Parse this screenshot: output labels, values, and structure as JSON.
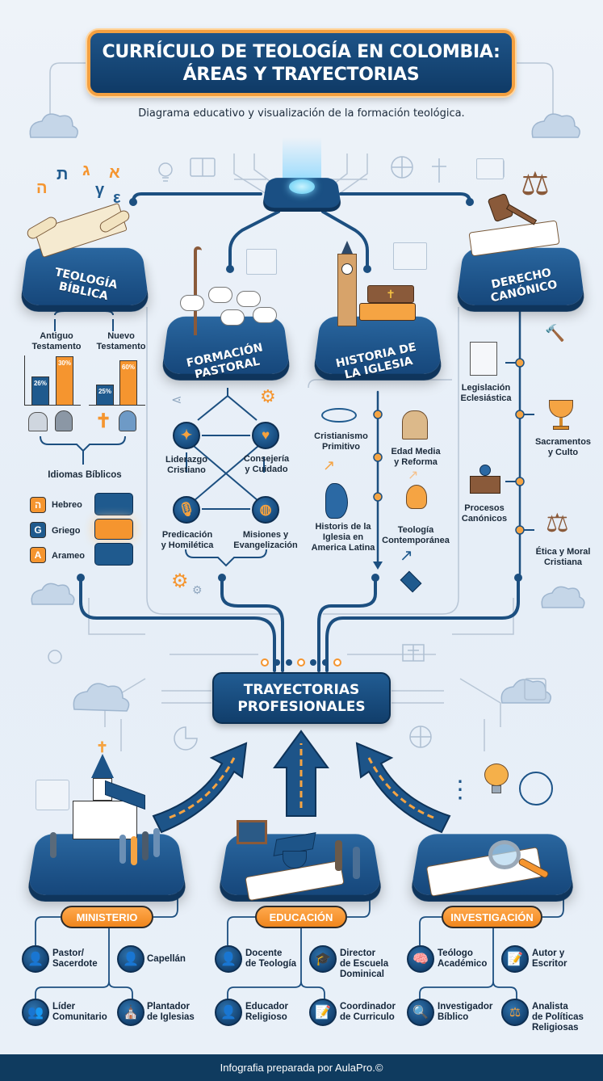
{
  "header": {
    "title_line1": "CURRÍCULO DE TEOLOGÍA EN COLOMBIA:",
    "title_line2": "ÁREAS Y TRAYECTORIAS",
    "subtitle": "Diagrama educativo y visualización de la formación teológica."
  },
  "colors": {
    "primary_blue": "#1a4f83",
    "dark_blue": "#0f3b5f",
    "accent_orange": "#f5952f",
    "background": "#eaf1f8"
  },
  "areas": {
    "biblica": {
      "label_line1": "TEOLOGÍA",
      "label_line2": "BÍBLICA",
      "hebrew_glyphs": [
        "ה",
        "ת",
        "ג",
        "א",
        "γ",
        "ε"
      ],
      "testaments": [
        {
          "label_line1": "Antiguo",
          "label_line2": "Testamento",
          "bars": [
            {
              "value": "26%",
              "color": "blue"
            },
            {
              "value": "30%",
              "color": "orange"
            }
          ]
        },
        {
          "label_line1": "Nuevo",
          "label_line2": "Testamento",
          "bars": [
            {
              "value": "25%",
              "color": "blue"
            },
            {
              "value": "60%",
              "color": "orange"
            }
          ]
        }
      ],
      "languages_title": "Idiomas Bíblicos",
      "languages": [
        {
          "glyph": "ה",
          "label": "Hebreo",
          "color": "#f5952f"
        },
        {
          "glyph": "G",
          "label": "Griego",
          "color": "#1f5a8e"
        },
        {
          "glyph": "A",
          "label": "Arameo",
          "color": "#f5952f"
        }
      ]
    },
    "pastoral": {
      "label_line1": "FORMACIÓN",
      "label_line2": "PASTORAL",
      "items": [
        {
          "label_line1": "Liderazgo",
          "label_line2": "Cristiano",
          "icon": "compass-icon",
          "glyph": "✦"
        },
        {
          "label_line1": "Consejería",
          "label_line2": "y Cuidado",
          "icon": "heart-hands-icon",
          "glyph": "♥"
        },
        {
          "label_line1": "Predicación",
          "label_line2": "y Homilética",
          "icon": "microphone-icon",
          "glyph": "🎙"
        },
        {
          "label_line1": "Misiones y",
          "label_line2": "Evangelización",
          "icon": "globe-icon",
          "glyph": "🌐"
        }
      ]
    },
    "historia": {
      "label_line1": "HISTORIA DE",
      "label_line2": "LA IGLESIA",
      "items": [
        {
          "label_line1": "Cristianismo",
          "label_line2": "Primitivo",
          "icon": "fish-icon"
        },
        {
          "label_line1": "Edad Media",
          "label_line2": "y Reforma",
          "icon": "cathedral-icon"
        },
        {
          "label_line1": "Historis de la",
          "label_line2": "Iglesia en",
          "label_line3": "America Latina",
          "icon": "latin-america-map-icon"
        },
        {
          "label_line1": "Teología",
          "label_line2": "Contemporánea",
          "icon": "lightbulb-brain-icon"
        }
      ]
    },
    "canonico": {
      "label_line1": "DERECHO",
      "label_line2": "CANÓNICO",
      "items": [
        {
          "label_line1": "Legislación",
          "label_line2": "Eclesiástica",
          "icon": "certificate-icon"
        },
        {
          "label_line1": "Sacramentos",
          "label_line2": "y Culto",
          "icon": "chalice-icon"
        },
        {
          "label_line1": "Procesos",
          "label_line2": "Canónicos",
          "icon": "judge-desk-icon"
        },
        {
          "label_line1": "Ética y Moral",
          "label_line2": "Cristiana",
          "icon": "scales-icon"
        }
      ]
    }
  },
  "trajectories": {
    "title_line1": "TRAYECTORIAS",
    "title_line2": "PROFESIONALES",
    "groups": [
      {
        "label": "MINISTERIO",
        "roles": [
          {
            "line1": "Pastor/",
            "line2": "Sacerdote",
            "icon": "pastor-icon",
            "glyph": "👤"
          },
          {
            "line1": "Capellán",
            "line2": "",
            "icon": "chaplain-icon",
            "glyph": "👤"
          },
          {
            "line1": "Líder",
            "line2": "Comunitario",
            "icon": "group-icon",
            "glyph": "👥"
          },
          {
            "line1": "Plantador",
            "line2": "de Iglesias",
            "icon": "church-icon",
            "glyph": "⛪"
          }
        ]
      },
      {
        "label": "EDUCACIÓN",
        "roles": [
          {
            "line1": "Docente",
            "line2": "de Teología",
            "icon": "teacher-icon",
            "glyph": "👤"
          },
          {
            "line1": "Director",
            "line2": "de Escuela",
            "line3": "Dominical",
            "icon": "graduation-cap-icon",
            "glyph": "🎓"
          },
          {
            "line1": "Educador",
            "line2": "Religioso",
            "icon": "educator-icon",
            "glyph": "👤"
          },
          {
            "line1": "Coordinador",
            "line2": "de Curriculo",
            "icon": "document-edit-icon",
            "glyph": "📝"
          }
        ]
      },
      {
        "label": "INVESTIGACIÓN",
        "roles": [
          {
            "line1": "Teólogo",
            "line2": "Académico",
            "icon": "head-gear-icon",
            "glyph": "🧠"
          },
          {
            "line1": "Autor y",
            "line2": "Escritor",
            "icon": "document-pen-icon",
            "glyph": "📝"
          },
          {
            "line1": "Investigador",
            "line2": "Bíblico",
            "icon": "magnifier-icon",
            "glyph": "🔍"
          },
          {
            "line1": "Analista",
            "line2": "de Políticas",
            "line3": "Religiosas",
            "icon": "scales-icon",
            "glyph": "⚖"
          }
        ]
      }
    ]
  },
  "footer": {
    "credit": "Infografia preparada por AulaPro.©"
  }
}
